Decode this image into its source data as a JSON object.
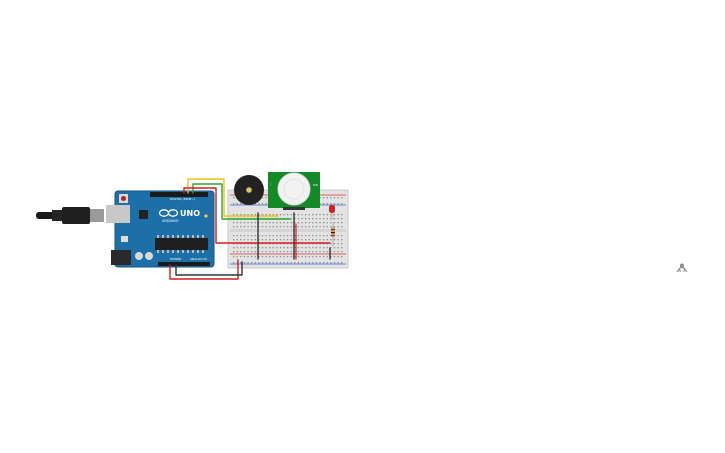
{
  "app": {
    "board_logo_text": "UNO",
    "board_brand_text": "ARDUINO",
    "board_power_label": "POWER",
    "board_analog_label": "ANALOG IN",
    "board_digital_label": "DIGITAL (PWM~)",
    "sensor_label": "PIR",
    "colors": {
      "board_blue": "#1d6fa8",
      "board_blue_dark": "#16557f",
      "breadboard": "#e3e3e3",
      "breadboard_border": "#c8c8c8",
      "rail_red": "#d23c3c",
      "rail_blue": "#3c5fd2",
      "pir_green": "#138a25",
      "pir_dome": "#f2f2f2",
      "buzzer": "#222222",
      "wire_red": "#d11f1f",
      "wire_yellow": "#e8c21a",
      "wire_green": "#2aa534",
      "wire_black": "#333333",
      "led_red": "#cc2222",
      "resistor": "#c9a46a",
      "usb_cable": "#202020"
    },
    "icons": {
      "corner_tool": "user-pin-icon"
    }
  }
}
